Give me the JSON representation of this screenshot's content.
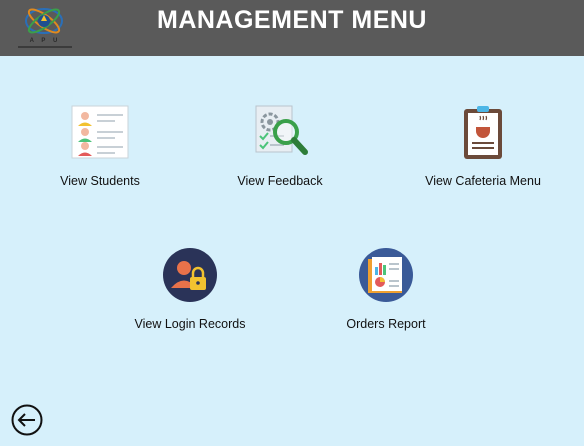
{
  "header": {
    "title": "MANAGEMENT MENU",
    "logo_text": "A P U",
    "background": "#5a5a5a"
  },
  "menu": {
    "items": [
      {
        "label": "View Students",
        "icon": "students-list-icon"
      },
      {
        "label": "View Feedback",
        "icon": "feedback-search-icon"
      },
      {
        "label": "View Cafeteria Menu",
        "icon": "cafeteria-menu-icon"
      },
      {
        "label": "View Login Records",
        "icon": "login-records-lock-icon"
      },
      {
        "label": "Orders Report",
        "icon": "orders-report-icon"
      }
    ]
  },
  "footer": {
    "back_icon": "back-arrow-icon"
  },
  "colors": {
    "page_background": "#d6f0fb",
    "header_text": "#ffffff"
  }
}
